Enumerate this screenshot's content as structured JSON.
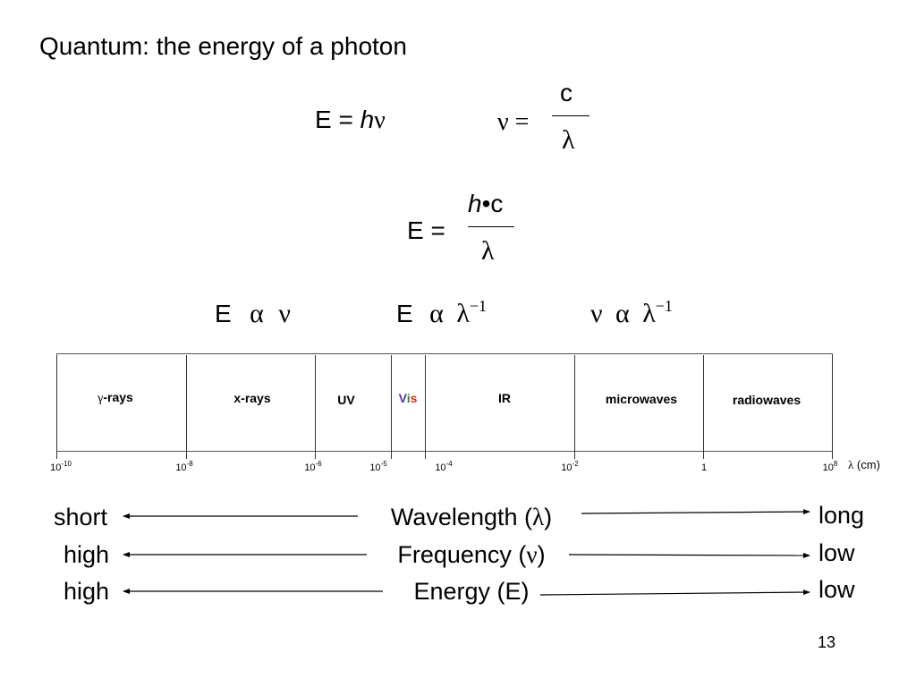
{
  "title": "Quantum: the energy of a photon",
  "equations": {
    "eq1_lhs": "E = ",
    "eq1_h": "h",
    "eq1_nu": "ν",
    "eq2_lhs": "ν =",
    "eq2_num": "c",
    "eq2_den": "λ",
    "eq3_lhs": "E =",
    "eq3_num_h": "h",
    "eq3_num_rest": "•c",
    "eq3_den": "λ",
    "prop1_E": "E",
    "prop1_alpha": "α",
    "prop1_nu": "ν",
    "prop2_E": "E",
    "prop2_alpha": "α",
    "prop2_lambda": "λ",
    "prop2_exp": "−1",
    "prop3_nu": "ν",
    "prop3_alpha": "α",
    "prop3_lambda": "λ",
    "prop3_exp": "−1"
  },
  "spectrum": {
    "bands": {
      "gamma_symbol": "γ",
      "gamma_rest": "-rays",
      "xrays": "x-rays",
      "uv": "UV",
      "vis_v": "V",
      "vis_i": "i",
      "vis_s": "s",
      "ir": "IR",
      "microwaves": "microwaves",
      "radiowaves": "radiowaves"
    },
    "vis_colors": {
      "v": "#5a2ca0",
      "i": "#2a8a2a",
      "s": "#e0281e"
    },
    "ticks": [
      {
        "base": "10",
        "exp": "-10"
      },
      {
        "base": "10",
        "exp": "-8"
      },
      {
        "base": "10",
        "exp": "-6"
      },
      {
        "base": "10",
        "exp": "-5"
      },
      {
        "base": "10",
        "exp": "-4"
      },
      {
        "base": "10",
        "exp": "-2"
      },
      {
        "base": "1",
        "exp": ""
      },
      {
        "base": "10",
        "exp": "8"
      }
    ],
    "unit_symbol": "λ",
    "unit_text": " (cm)"
  },
  "trends": {
    "left": [
      "short",
      "high",
      "high"
    ],
    "right": [
      "long",
      "low",
      "low"
    ],
    "wavelength_label": "Wavelength (",
    "wavelength_sym": "λ",
    "frequency_label": "Frequency (",
    "frequency_sym": "ν",
    "close": ")",
    "energy_label": "Energy (E)"
  },
  "page_number": "13"
}
